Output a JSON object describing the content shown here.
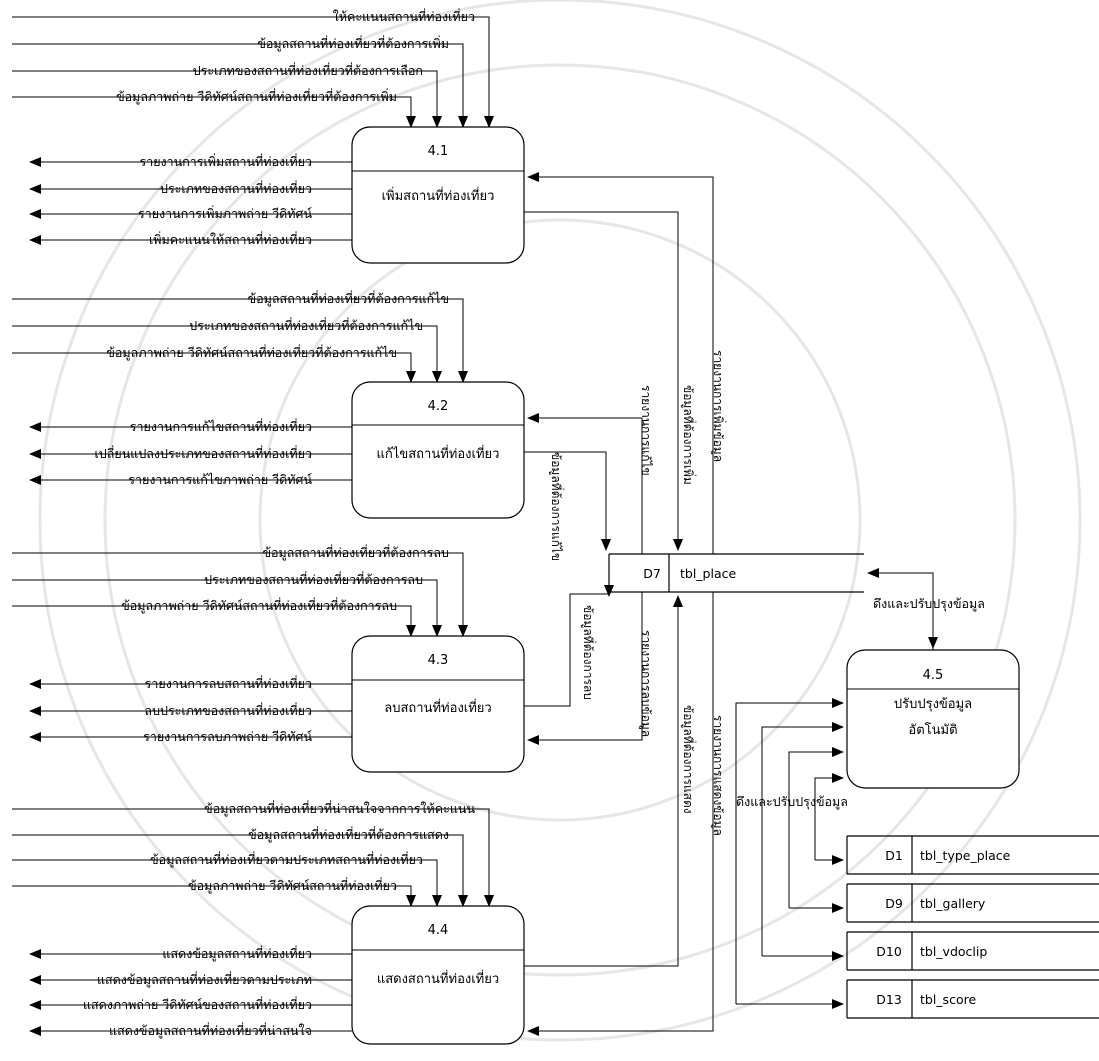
{
  "processes": [
    {
      "id": "4.1",
      "name": [
        "เพิ่มสถานที่ท่องเที่ยว"
      ]
    },
    {
      "id": "4.2",
      "name": [
        "แก้ไขสถานที่ท่องเที่ยว"
      ]
    },
    {
      "id": "4.3",
      "name": [
        "ลบสถานที่ท่องเที่ยว"
      ]
    },
    {
      "id": "4.4",
      "name": [
        "แสดงสถานที่ท่องเที่ยว"
      ]
    },
    {
      "id": "4.5",
      "name": [
        "ปรับปรุงข้อมูล",
        "อัตโนมัติ"
      ]
    }
  ],
  "stores": [
    {
      "id": "D7",
      "name": "tbl_place"
    },
    {
      "id": "D1",
      "name": "tbl_type_place"
    },
    {
      "id": "D9",
      "name": "tbl_gallery"
    },
    {
      "id": "D10",
      "name": "tbl_vdoclip"
    },
    {
      "id": "D13",
      "name": "tbl_score"
    }
  ],
  "flows": {
    "p41_in": [
      "ให้คะแนนสถานที่ท่องเที่ยว",
      "ข้อมูลสถานที่ท่องเที่ยวที่ต้องการเพิ่ม",
      "ประเภทของสถานที่ท่องเที่ยวที่ต้องการเลือก",
      "ข้อมูลภาพถ่าย วีดิทัศน์สถานที่ท่องเที่ยวที่ต้องการเพิ่ม"
    ],
    "p41_out": [
      "รายงานการเพิ่มสถานที่ท่องเที่ยว",
      "ประเภทของสถานที่ท่องเที่ยว",
      "รายงานการเพิ่มภาพถ่าย วีดิทัศน์",
      "เพิ่มคะแนนให้สถานที่ท่องเที่ยว"
    ],
    "p42_in": [
      "ข้อมูลสถานที่ท่องเที่ยวที่ต้องการแก้ไข",
      "ประเภทของสถานที่ท่องเที่ยวที่ต้องการแก้ไข",
      "ข้อมูลภาพถ่าย วีดิทัศน์สถานที่ท่องเที่ยวที่ต้องการแก้ไข"
    ],
    "p42_out": [
      "รายงานการแก้ไขสถานที่ท่องเที่ยว",
      "เปลี่ยนแปลงประเภทของสถานที่ท่องเที่ยว",
      "รายงานการแก้ไขภาพถ่าย วีดิทัศน์"
    ],
    "p43_in": [
      "ข้อมูลสถานที่ท่องเที่ยวที่ต้องการลบ",
      "ประเภทของสถานที่ท่องเที่ยวที่ต้องการลบ",
      "ข้อมูลภาพถ่าย วีดิทัศน์สถานที่ท่องเที่ยวที่ต้องการลบ"
    ],
    "p43_out": [
      "รายงานการลบสถานที่ท่องเที่ยว",
      "ลบประเภทของสถานที่ท่องเที่ยว",
      "รายงานการลบภาพถ่าย วีดิทัศน์"
    ],
    "p44_in": [
      "ข้อมูลสถานที่ท่องเที่ยวที่น่าสนใจจากการให้คะแนน",
      "ข้อมูลสถานที่ท่องเที่ยวที่ต้องการแสดง",
      "ข้อมูลสถานที่ท่องเที่ยวตามประเภทสถานที่ท่องเที่ยว",
      "ข้อมูลภาพถ่าย วีดิทัศน์สถานที่ท่องเที่ยว"
    ],
    "p44_out": [
      "แสดงข้อมูลสถานที่ท่องเที่ยว",
      "แสดงข้อมูลสถานที่ท่องเที่ยวตามประเภท",
      "แสดงภาพถ่าย วีดิทัศน์ของสถานที่ท่องเที่ยว",
      "แสดงข้อมูลสถานที่ท่องเที่ยวที่น่าสนใจ"
    ],
    "sync_label_top": "ดึงและปรับปรุงข้อมูล",
    "sync_label_bottom": "ดึงและปรับปรุงข้อมูล",
    "vertical_upper": [
      "ข้อมูลที่ต้องการแก้ไข",
      "รายงานการแก้ไข",
      "ข้อมูลที่ต้องการเพิ่ม",
      "รายงานการเพิ่มข้อมูล"
    ],
    "vertical_lower": [
      "ข้อมูลที่ต้องการลบ",
      "รายงานการลบข้อมูล",
      "ข้อมูลที่ต้องการแสดง",
      "รายงานการแสดงข้อมูล"
    ]
  }
}
